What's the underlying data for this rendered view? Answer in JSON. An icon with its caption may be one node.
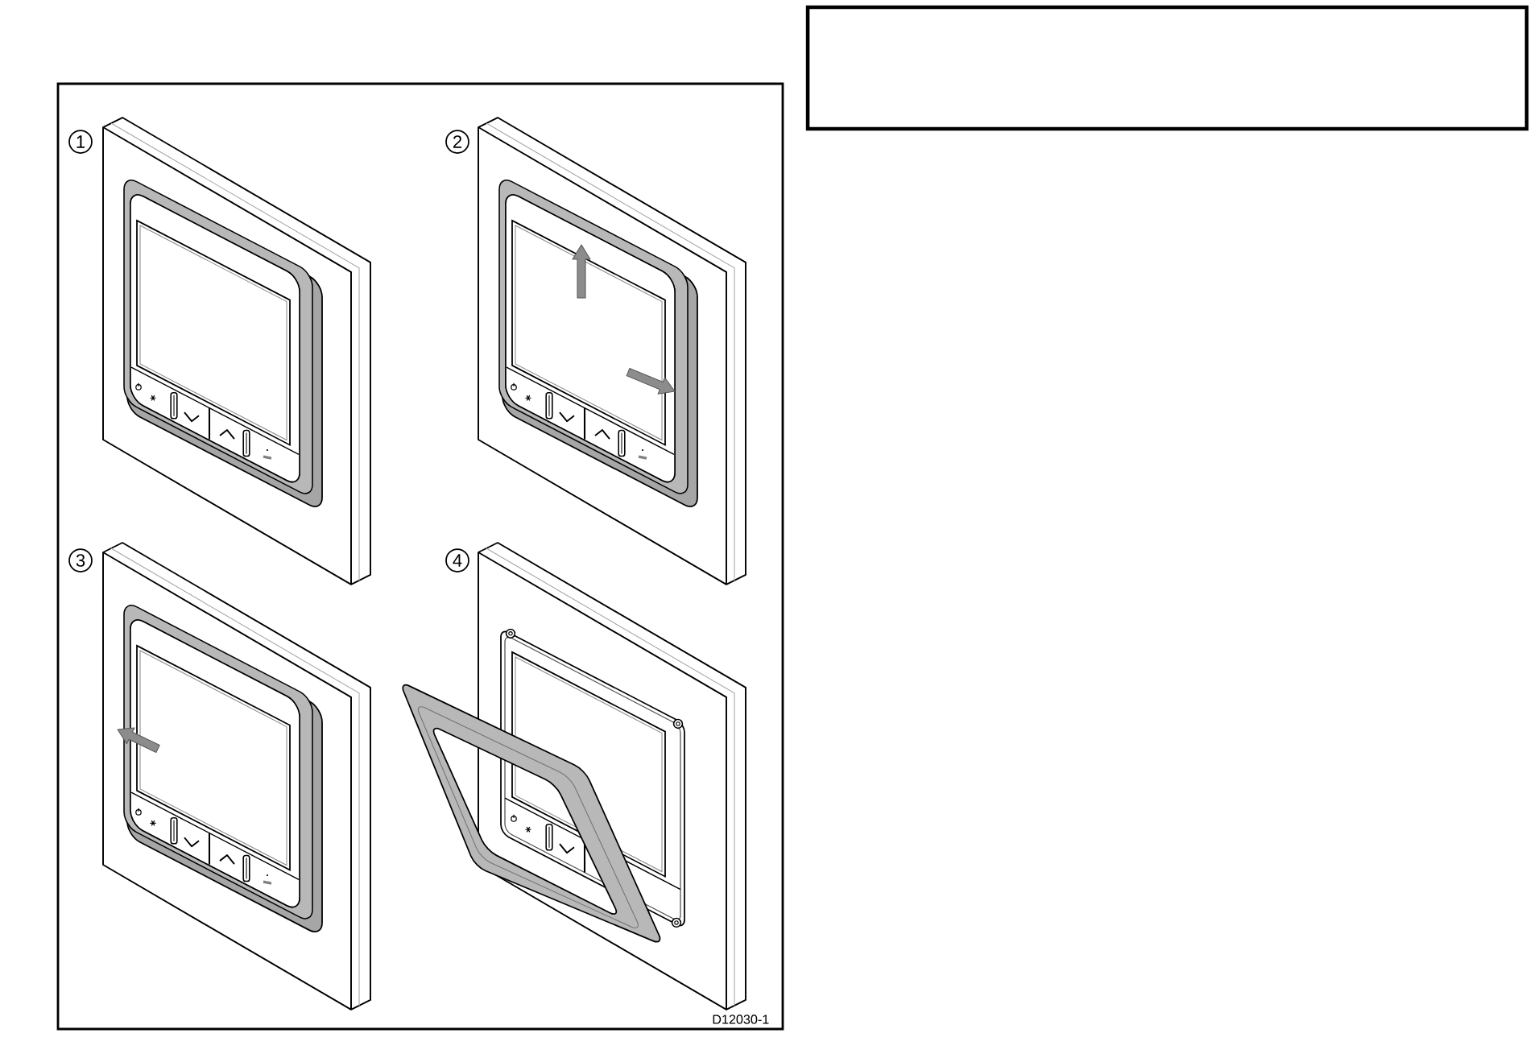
{
  "diagram": {
    "nodes": [
      {
        "text": [],
        "shape": "box"
      }
    ],
    "labels": [
      "1",
      "2",
      "3",
      "4",
      "D12030-1"
    ]
  }
}
